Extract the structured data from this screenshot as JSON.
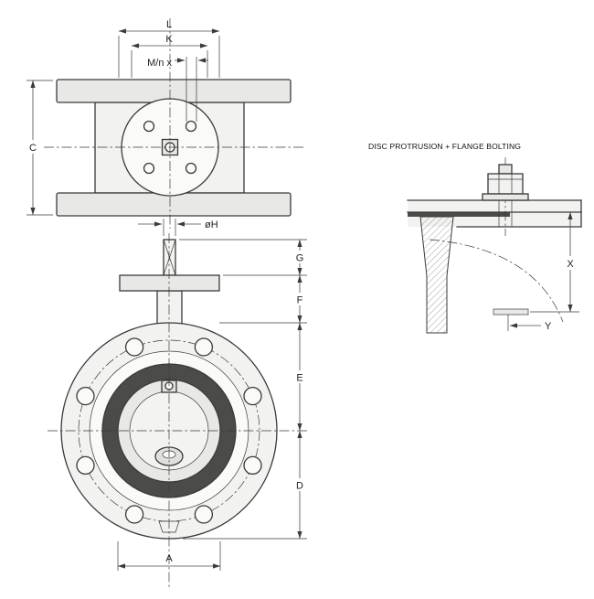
{
  "colors": {
    "line": "#3a3a3a",
    "dim_line": "#4a4a4a",
    "fill_light": "#f2f2f0",
    "fill_mid": "#e8e8e6",
    "fill_white": "#fafaf8",
    "seat_dark": "#4b4b49"
  },
  "side_view": {
    "dim_l": "L",
    "dim_k": "K",
    "dim_m": "M/n x",
    "dim_c": "C"
  },
  "front_view": {
    "dim_h": "øH",
    "dim_g": "G",
    "dim_f": "F",
    "dim_e": "E",
    "dim_d": "D",
    "dim_a": "A"
  },
  "detail_view": {
    "title": "DISC PROTRUSION + FLANGE BOLTING",
    "dim_x": "X",
    "dim_y": "Y"
  }
}
